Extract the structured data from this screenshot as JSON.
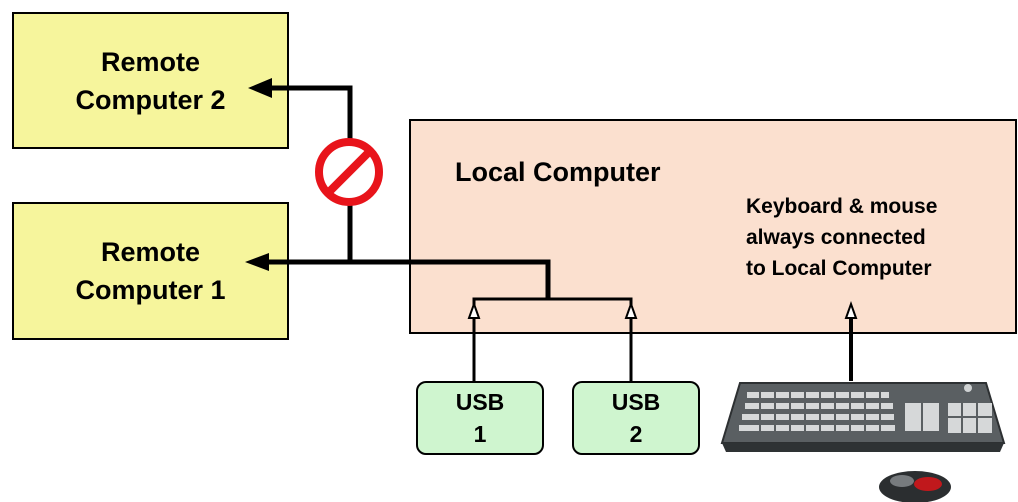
{
  "remote_computer_2": {
    "line1": "Remote",
    "line2": "Computer 2"
  },
  "remote_computer_1": {
    "line1": "Remote",
    "line2": "Computer 1"
  },
  "local_computer": {
    "title": "Local Computer"
  },
  "keyboard_note": {
    "line1": "Keyboard & mouse",
    "line2": "always connected",
    "line3": "to Local Computer"
  },
  "usb_1": {
    "line1": "USB",
    "line2": "1"
  },
  "usb_2": {
    "line1": "USB",
    "line2": "2"
  },
  "colors": {
    "remote_fill": "#f6f59c",
    "local_fill": "#fbe0cf",
    "usb_fill": "#cff5cf",
    "prohibited": "#e8141b"
  },
  "icons": [
    "prohibited-icon",
    "keyboard-icon",
    "mouse-icon"
  ]
}
